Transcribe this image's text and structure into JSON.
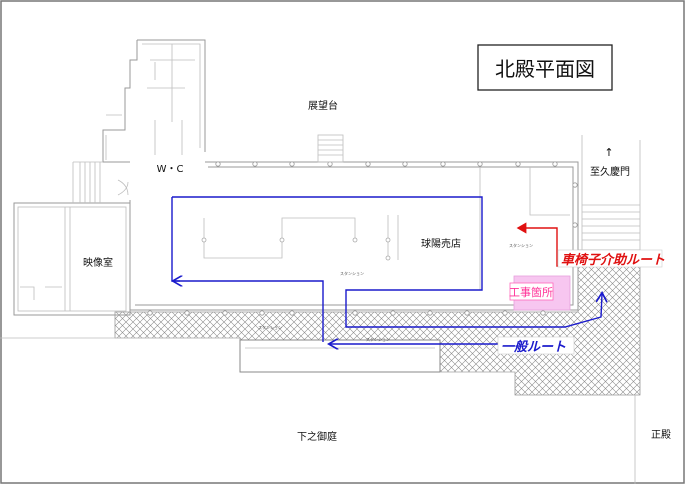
{
  "title": "北殿平面図",
  "rooms": {
    "observation": "展望台",
    "wc": "W・C",
    "video_room": "映像室",
    "shop": "球陽売店",
    "garden": "下之御庭",
    "seiden": "正殿"
  },
  "direction": {
    "arrow": "↑",
    "label": "至久慶門"
  },
  "stanchion_label": "スタンション",
  "routes": {
    "general": {
      "label": "一般ルート",
      "color": "#1a1acc"
    },
    "wheelchair": {
      "label": "車椅子介助ルート",
      "color": "#e01010"
    }
  },
  "construction": {
    "label": "工事箇所",
    "color": "#ff3399",
    "fill": "#f7c6f0"
  }
}
